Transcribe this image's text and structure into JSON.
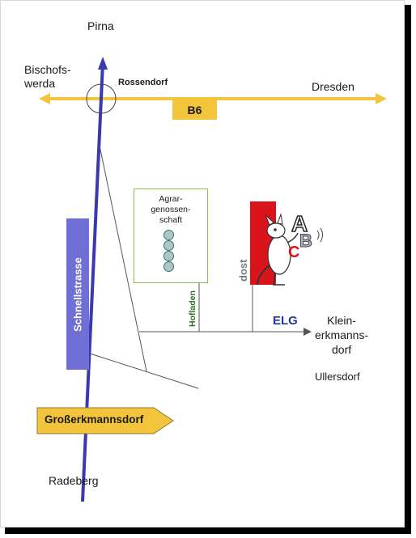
{
  "labels": {
    "pirna": "Pirna",
    "bischofswerda": "Bischofs-\nwerda",
    "rossendorf": "Rossendorf",
    "dresden": "Dresden",
    "b6": "B6",
    "agrar": "Agrar-\ngenossen-\nschaft",
    "schnellstrasse": "Schnellstrasse",
    "hofladen": "Hofladen",
    "dost": "dost",
    "elg": "ELG",
    "kleinerkmannsdorf": "Klein-\nerkmanns-\ndorf",
    "ullersdorf": "Ullersdorf",
    "grosserkmannsdorf": "Großerkmannsdorf",
    "radeberg": "Radeberg"
  },
  "colors": {
    "road_b6": "#f2c53d",
    "main_road": "#3a3ab0",
    "schnellstrasse": "#6f6fd6",
    "agrar_border": "#8bc34a",
    "hofladen_text": "#2e6b1e",
    "dost_text": "#6b8080",
    "elg_text": "#1f3c9c",
    "dost_red": "#d9151b"
  },
  "icons": [
    "kangaroo-mascot-icon",
    "abc-letters-icon",
    "traffic-light-dots-icon",
    "arrow-direction-icon"
  ]
}
